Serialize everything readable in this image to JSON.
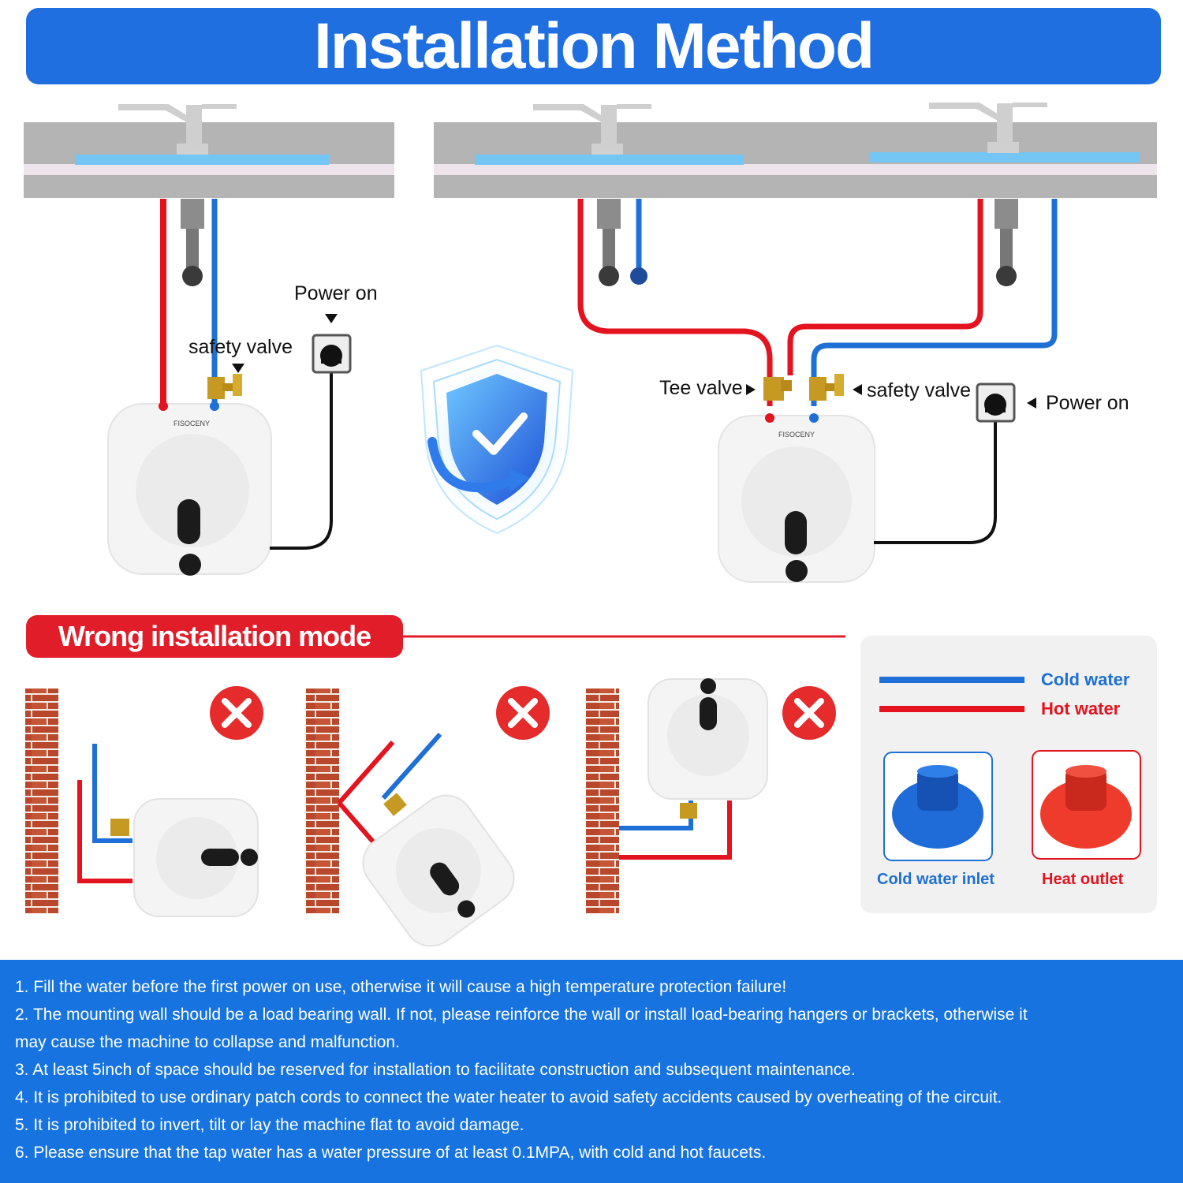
{
  "title": "Installation Method",
  "labels": {
    "left_power_on": "Power on",
    "left_safety_valve": "safety valve",
    "tee_valve": "Tee valve",
    "right_safety_valve": "safety valve",
    "right_power_on": "Power on",
    "brand": "FISOCENY"
  },
  "wrong_mode": {
    "title": "Wrong installation mode"
  },
  "legend": {
    "cold_water": "Cold water",
    "hot_water": "Hot water",
    "cold_water_inlet": "Cold water inlet",
    "heat_outlet": "Heat outlet"
  },
  "colors": {
    "title_blue": "#1f6fe0",
    "cold": "#1e6fd6",
    "hot": "#e3131f",
    "notes_blue": "#1673df",
    "wrong_red": "#e11d2a"
  },
  "notes": [
    "1. Fill the water before the first power on use, otherwise it will cause a high temperature protection failure!",
    "2. The mounting wall should be a load bearing wall. If not, please reinforce the wall or install load-bearing hangers or brackets, otherwise it",
    "may cause the machine to collapse and malfunction.",
    "3. At least 5inch of space should be reserved for installation to facilitate construction and subsequent maintenance.",
    "4. It is prohibited to use ordinary patch cords to connect the water heater to avoid safety accidents caused by overheating of the circuit.",
    "5. It is prohibited to invert, tilt or lay the machine flat to avoid damage.",
    "6. Please ensure that the tap water has a water pressure of at least 0.1MPA, with cold and hot faucets."
  ]
}
